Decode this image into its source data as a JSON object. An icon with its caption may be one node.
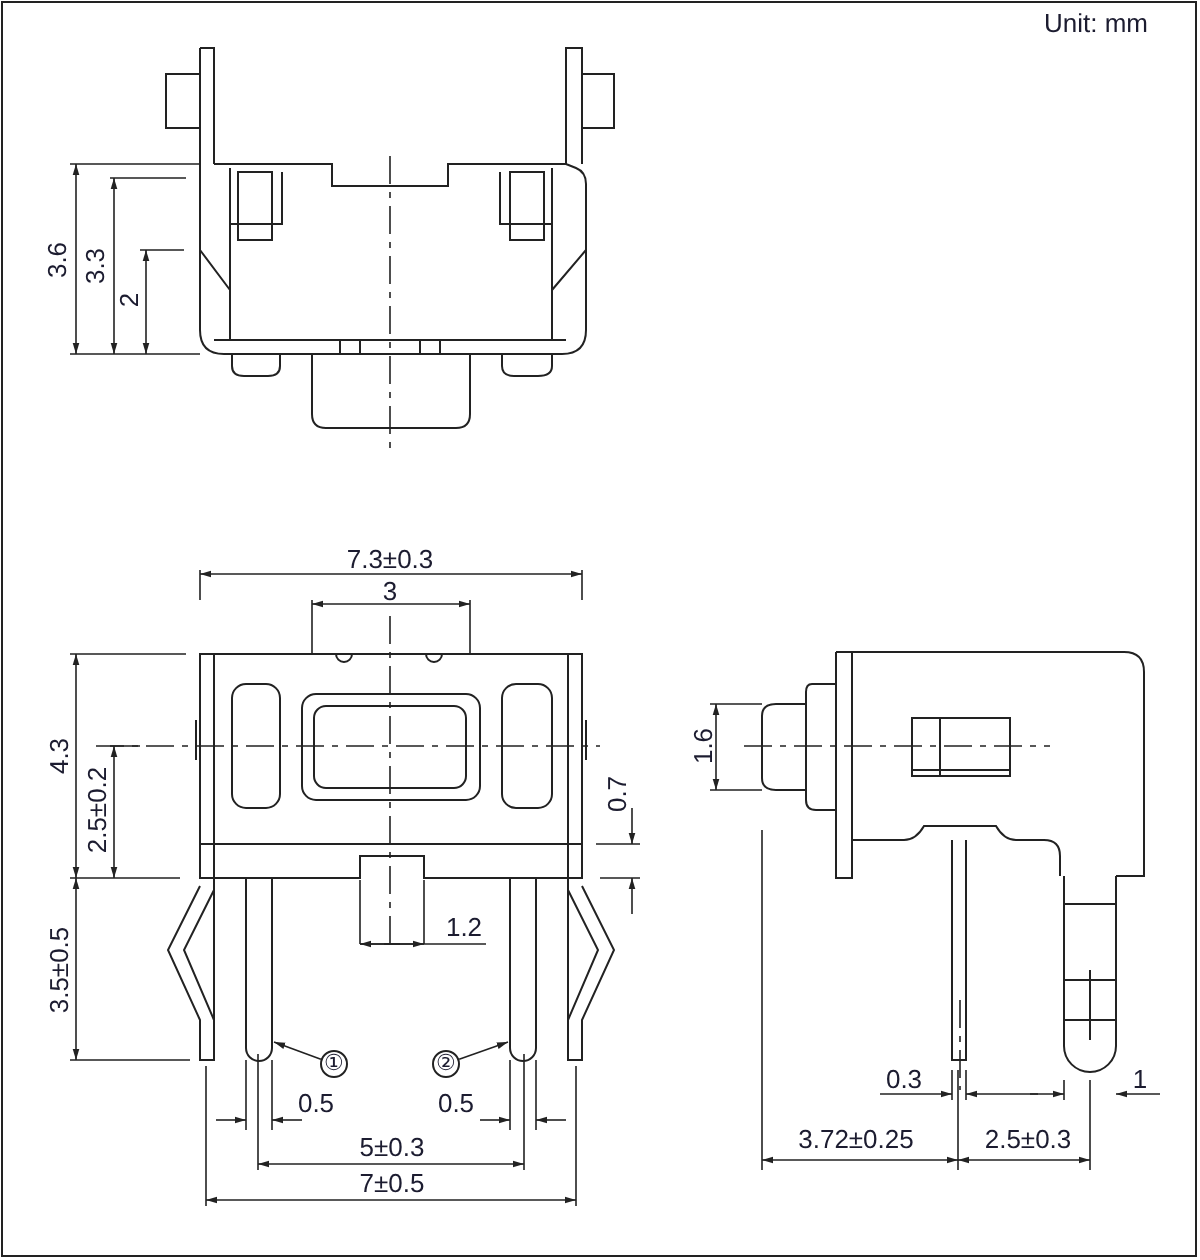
{
  "diagram": {
    "nodes": [
      {
        "text": [
          "①"
        ]
      },
      {
        "text": [
          "②"
        ]
      }
    ],
    "edges": [
      {
        "from": 0,
        "to": null,
        "arrow": "to"
      },
      {
        "from": 1,
        "to": null,
        "arrow": "to"
      }
    ],
    "labels": [
      "Unit: mm",
      "3.6",
      "3.3",
      "2",
      "7.3±0.3",
      "3",
      "4.3",
      "2.5±0.2",
      "0.7",
      "1.6",
      "3.5±0.5",
      "1.2",
      "0.5",
      "0.5",
      "5±0.3",
      "7±0.5",
      "0.3",
      "1",
      "3.72±0.25",
      "2.5±0.3"
    ]
  }
}
